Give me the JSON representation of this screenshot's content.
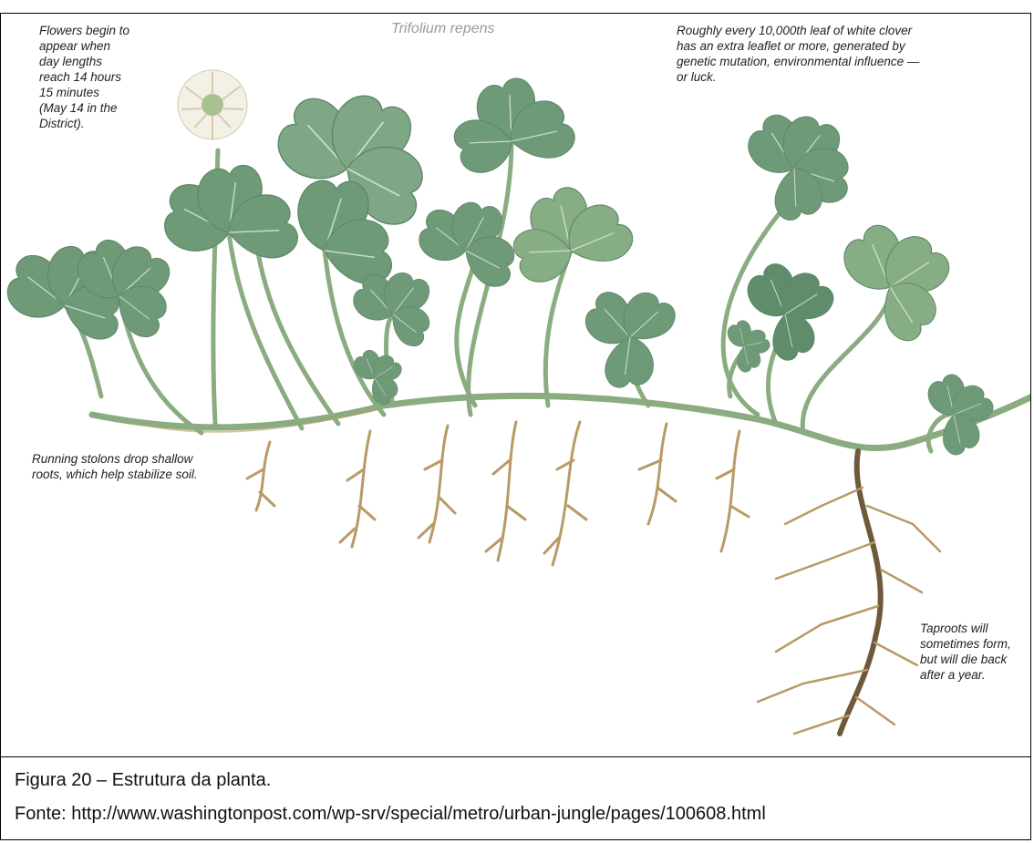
{
  "figure": {
    "species_label": "Trifolium repens",
    "annotations": {
      "flowers": [
        "Flowers begin to",
        "appear when",
        "day lengths",
        "reach 14 hours",
        "15 minutes",
        "(May 14 in the",
        "District)."
      ],
      "leaflet": [
        "Roughly every 10,000th leaf of white clover",
        "has an extra leaflet or more, generated by",
        "genetic mutation, environmental influence —",
        "or luck."
      ],
      "stolons": [
        "Running stolons drop shallow",
        "roots, which help stabilize soil."
      ],
      "taproots": [
        "Taproots will",
        "sometimes form,",
        "but will die back",
        "after a year."
      ]
    },
    "colors": {
      "leaf": "#6f9a78",
      "leaf_light": "#9dbf98",
      "stem": "#8aac80",
      "root": "#b99a66",
      "taproot": "#6e5a3a"
    }
  },
  "caption": {
    "title": "Figura 20 – Estrutura da planta.",
    "source": "Fonte: http://www.washingtonpost.com/wp-srv/special/metro/urban-jungle/pages/100608.html"
  }
}
